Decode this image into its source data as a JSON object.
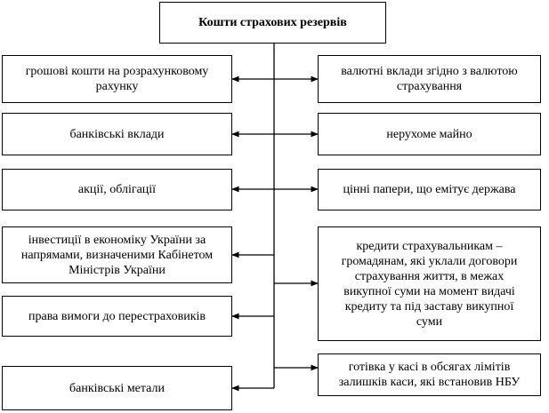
{
  "title": "Кошти страхових резервів",
  "left_items": [
    "грошові кошти на розрахунковому рахунку",
    "банківські вклади",
    "акції, облігації",
    "інвестиції в економіку України за напрямами, визначеними Кабінетом Міністрів України",
    "права вимоги до перестраховиків",
    "банківські метали"
  ],
  "right_items": [
    "валютні вклади згідно з валютою страхування",
    "нерухоме майно",
    "цінні папери, що емітує держава",
    "кредити страхувальникам – громадянам, які уклали договори страхування життя, в межах викупної суми на момент видачі кредиту та під заставу викупної суми",
    "готівка у касі в обсягах лімітів залишків каси, які встановив НБУ"
  ]
}
